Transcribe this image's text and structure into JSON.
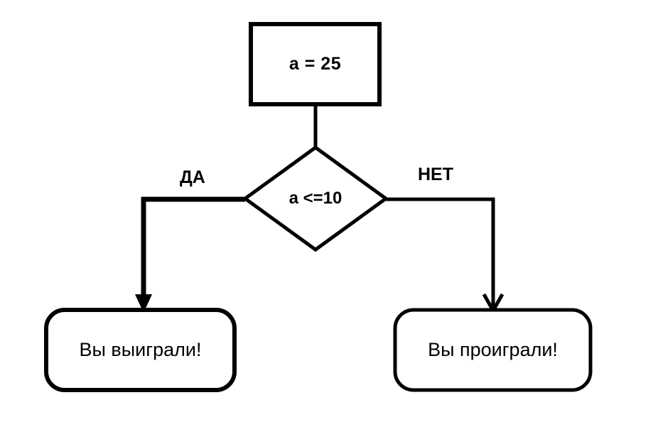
{
  "diagram": {
    "title": "flowchart-conditional-a-25",
    "background_color": "#ffffff",
    "stroke_color": "#000000",
    "nodes": {
      "assign": {
        "shape": "rectangle",
        "text": "a  = 25"
      },
      "condition": {
        "shape": "diamond",
        "text": "a <=10"
      },
      "win": {
        "shape": "rounded-rectangle",
        "text": "Вы выиграли!"
      },
      "lose": {
        "shape": "rounded-rectangle",
        "text": "Вы проиграли!"
      }
    },
    "edges": {
      "yes_label": "ДА",
      "no_label": "НЕТ"
    }
  }
}
